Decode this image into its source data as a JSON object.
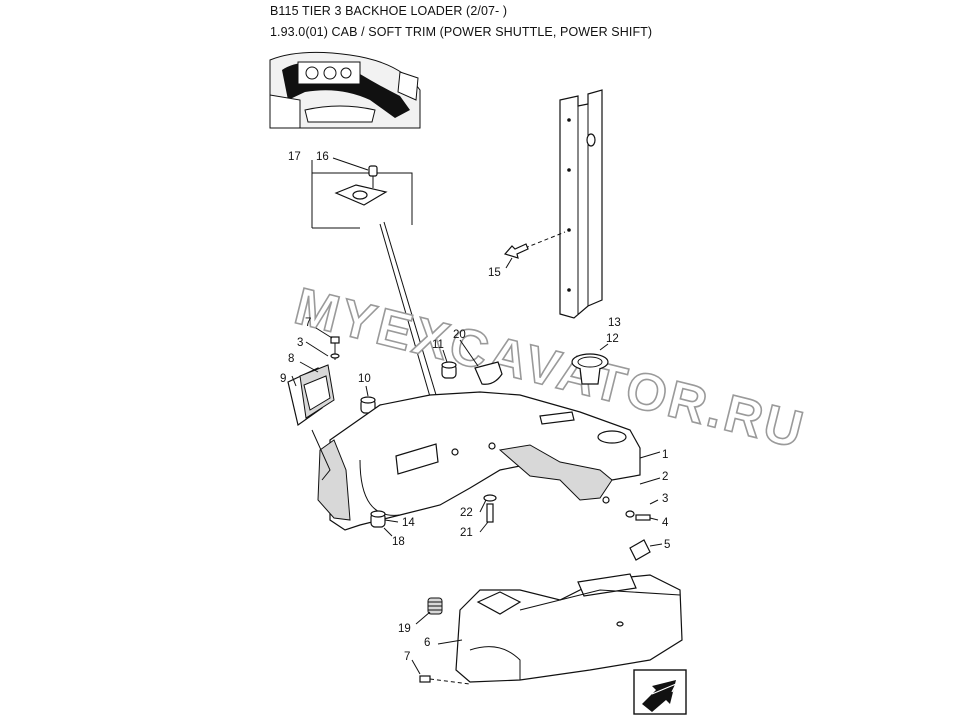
{
  "header": {
    "title": "B115 TIER 3 BACKHOE LOADER (2/07- )",
    "subtitle": "1.93.0(01) CAB / SOFT TRIM (POWER SHUTTLE, POWER SHIFT)"
  },
  "watermark": "MYEXCAVATOR.RU",
  "callouts": {
    "c1": "1",
    "c2": "2",
    "c3a": "3",
    "c3b": "3",
    "c4": "4",
    "c5": "5",
    "c6": "6",
    "c7a": "7",
    "c7b": "7",
    "c8": "8",
    "c9": "9",
    "c10": "10",
    "c11": "11",
    "c12": "12",
    "c13": "13",
    "c14": "14",
    "c15": "15",
    "c16": "16",
    "c17": "17",
    "c18": "18",
    "c19": "19",
    "c20": "20",
    "c21": "21",
    "c22": "22"
  },
  "icons": {
    "nav_arrow": "arrow-down-left-icon"
  }
}
